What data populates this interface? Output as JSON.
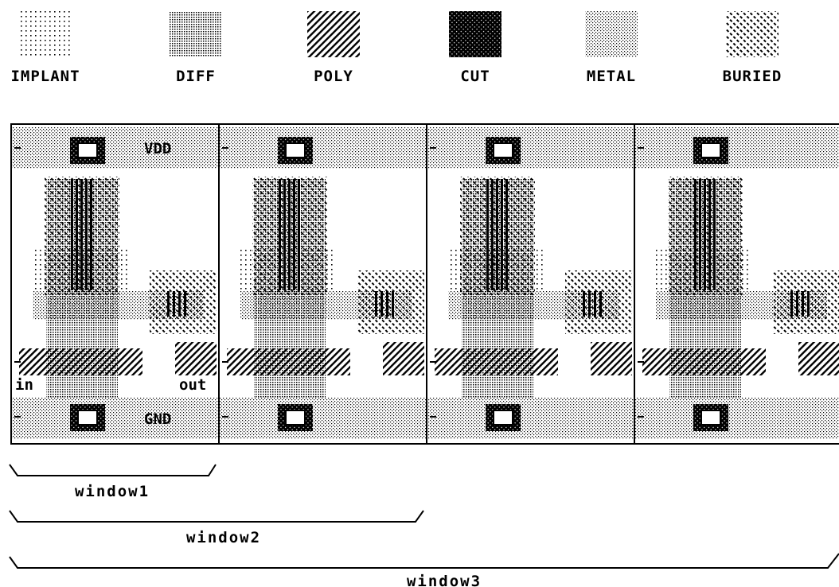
{
  "legend": [
    {
      "label": "IMPLANT",
      "pattern": "implant"
    },
    {
      "label": "DIFF",
      "pattern": "diff"
    },
    {
      "label": "POLY",
      "pattern": "poly"
    },
    {
      "label": "CUT",
      "pattern": "cut"
    },
    {
      "label": "METAL",
      "pattern": "metal"
    },
    {
      "label": "BURIED",
      "pattern": "buried"
    }
  ],
  "cell_labels": {
    "vdd": "VDD",
    "gnd": "GND",
    "input": "in",
    "output": "out"
  },
  "windows": [
    {
      "label": "window1",
      "cells_spanned": 1
    },
    {
      "label": "window2",
      "cells_spanned": 2
    },
    {
      "label": "window3",
      "cells_spanned": 4
    }
  ],
  "cell_count": 4,
  "colors": {
    "ink": "#000000",
    "paper": "#ffffff"
  }
}
